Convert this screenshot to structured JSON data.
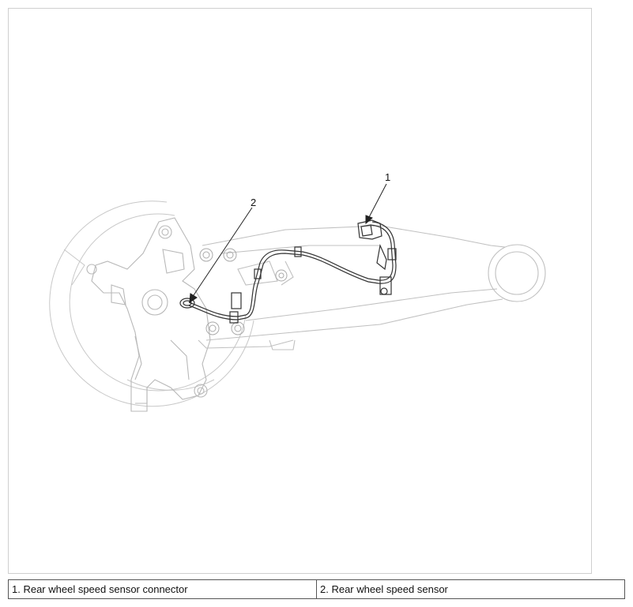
{
  "callouts": [
    {
      "number": "1"
    },
    {
      "number": "2"
    }
  ],
  "legend": [
    {
      "text": "1. Rear wheel speed sensor connector"
    },
    {
      "text": "2. Rear wheel speed sensor"
    }
  ],
  "colors": {
    "faint_line": "#c8c8c8",
    "dark_line": "#222222",
    "frame": "#cfcfcf"
  }
}
